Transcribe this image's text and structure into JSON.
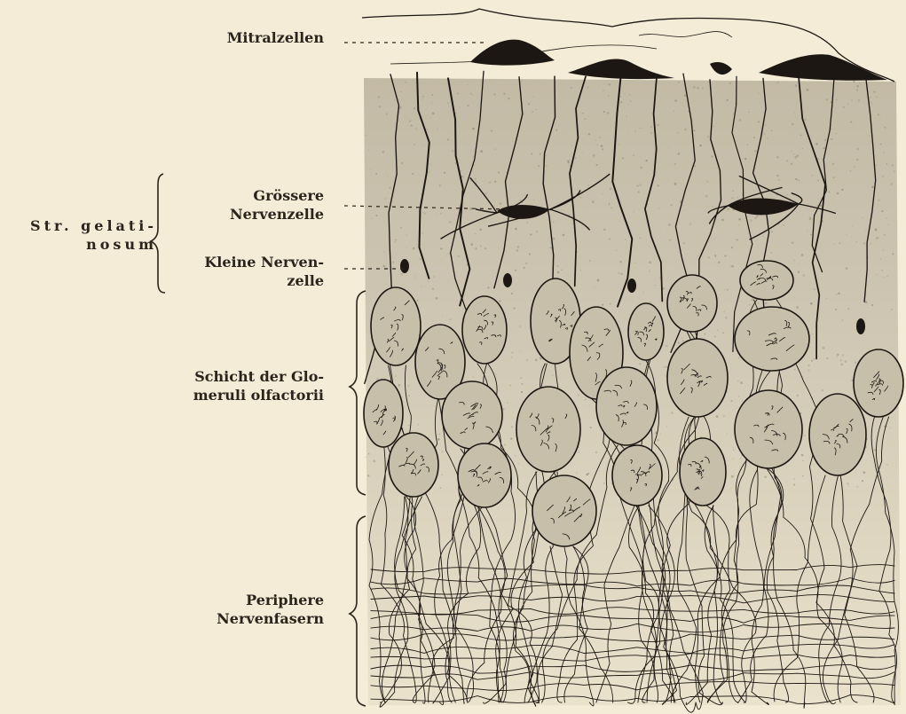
{
  "labels": {
    "mitral": "Mitralzellen",
    "groessere_1": "Grössere",
    "groessere_2": "Nervenzelle",
    "kleine_1": "Kleine Nerven-",
    "kleine_2": "zelle",
    "str_1": "Str. gelati-",
    "str_2": "nosum",
    "schicht_1": "Schicht der Glo-",
    "schicht_2": "meruli olfactorii",
    "periphere_1": "Periphere",
    "periphere_2": "Nervenfasern"
  },
  "colors": {
    "paper": "#f4ecd7",
    "ink": "#1c1712",
    "tissue": "#cfc7b4",
    "glomerulus": "#c7bfaa"
  }
}
